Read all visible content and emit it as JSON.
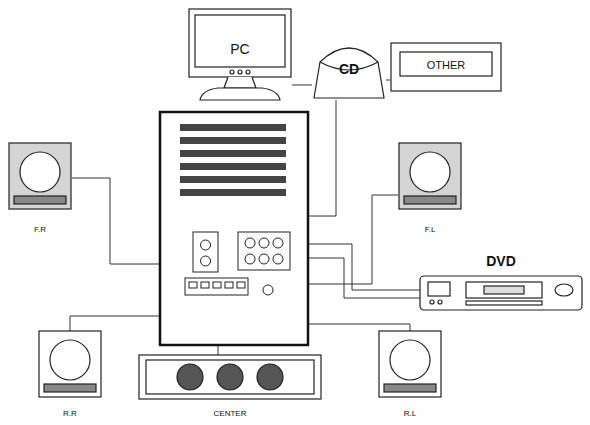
{
  "diagram": {
    "nodes": [
      {
        "text": [
          "PC"
        ]
      },
      {
        "text": [
          "CD"
        ]
      },
      {
        "text": [
          "OTHER"
        ]
      },
      {
        "text": [
          "F.R"
        ]
      },
      {
        "text": [
          "F.L"
        ]
      },
      {
        "text": [
          "DVD"
        ]
      },
      {
        "text": [
          "R.R"
        ]
      },
      {
        "text": [
          "CENTER"
        ]
      },
      {
        "text": [
          "R.L"
        ]
      }
    ],
    "edges": [
      {
        "from": 0,
        "to": 1,
        "arrow": "none"
      },
      {
        "from": 1,
        "to": 2,
        "arrow": "none"
      }
    ]
  }
}
